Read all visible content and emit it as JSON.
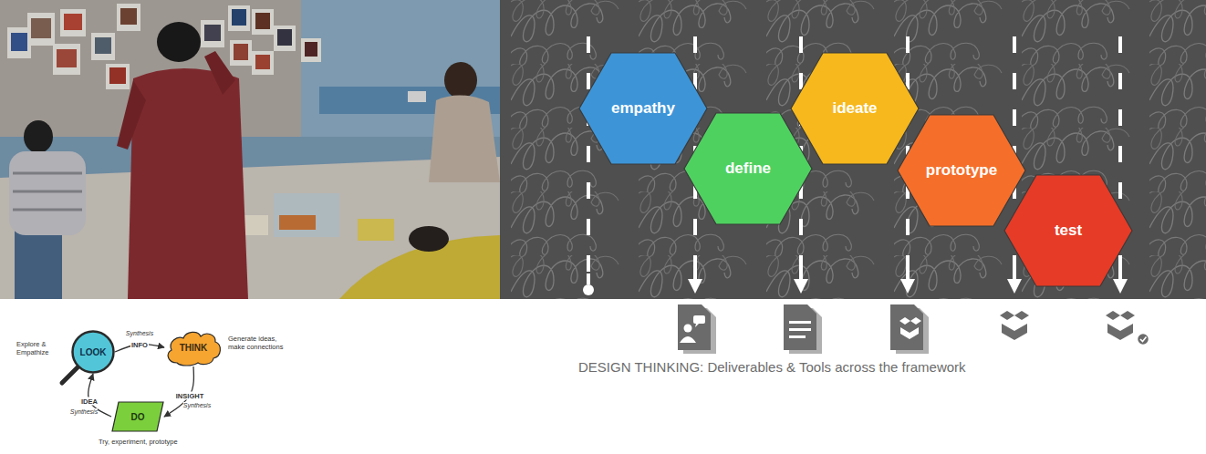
{
  "diagram": {
    "caption": "DESIGN THINKING: Deliverables & Tools across the framework",
    "nodes": [
      {
        "text": [
          "empathy"
        ]
      },
      {
        "text": [
          "define"
        ]
      },
      {
        "text": [
          "ideate"
        ]
      },
      {
        "text": [
          "prototype"
        ]
      },
      {
        "text": [
          "test"
        ]
      },
      {
        "text": [
          "LOOK"
        ]
      },
      {
        "text": [
          "THINK"
        ]
      },
      {
        "text": [
          "DO"
        ]
      }
    ],
    "edges": [
      {
        "from": 5,
        "to": 6,
        "arrow": "to",
        "label": "INFO"
      },
      {
        "from": 6,
        "to": 7,
        "arrow": "to",
        "label": "INSIGHT"
      },
      {
        "from": 7,
        "to": 5,
        "arrow": "to",
        "label": "IDEA"
      }
    ],
    "labels": [
      "Explore & Empathize",
      "Synthesis",
      "Synthesis",
      "Synthesis",
      "Generate ideas, make connections",
      "Try, experiment, prototype"
    ]
  }
}
